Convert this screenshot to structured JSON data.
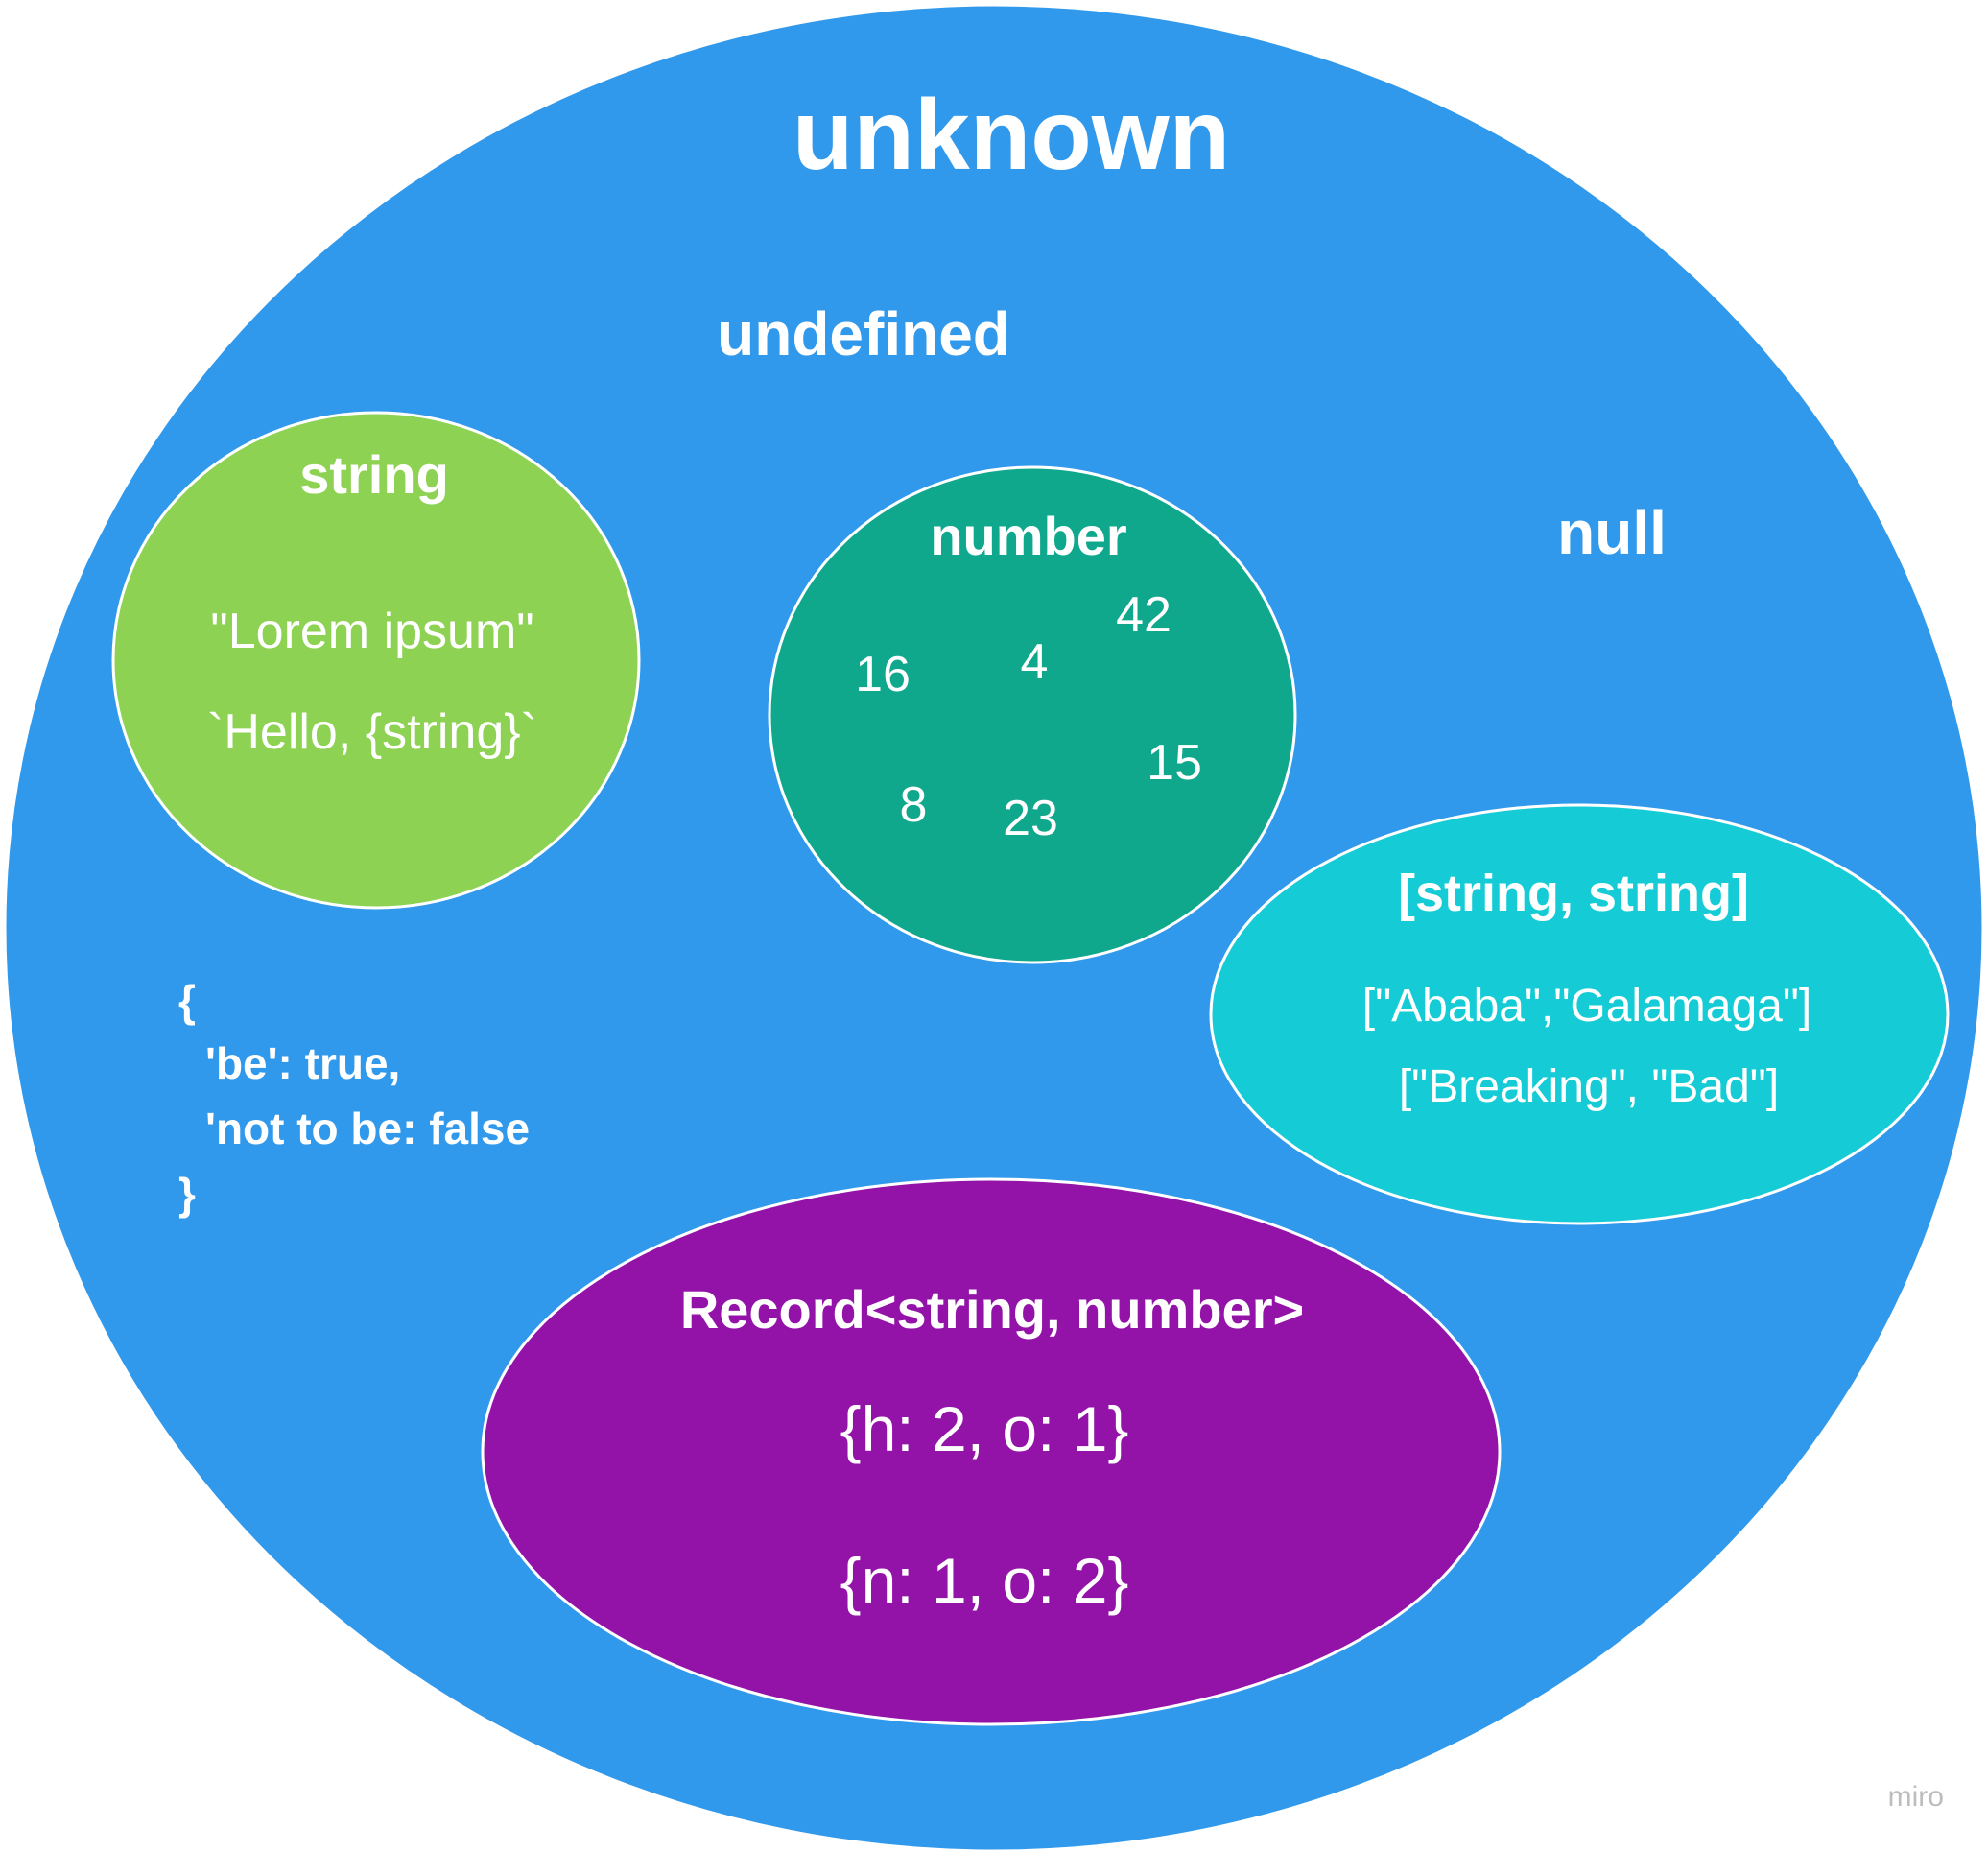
{
  "colors": {
    "unknown_fill": "#3199ec",
    "string_fill": "#8ed253",
    "number_fill": "#10a88c",
    "tuple_fill": "#15ccd6",
    "record_fill": "#9312a8",
    "outline": "#ffffff",
    "text": "#ffffff",
    "watermark": "#bdbdbd"
  },
  "unknown": {
    "title": "unknown",
    "undefined_label": "undefined",
    "null_label": "null",
    "object_literal": {
      "open": "{",
      "line1": "'be': true,",
      "line2": "'not to be: false",
      "close": "}"
    }
  },
  "string_set": {
    "title": "string",
    "examples": [
      "\"Lorem ipsum\"",
      "`Hello, {string}`"
    ]
  },
  "number_set": {
    "title": "number",
    "values": [
      "42",
      "16",
      "4",
      "15",
      "8",
      "23"
    ]
  },
  "tuple_set": {
    "title": "[string, string]",
    "examples": [
      "[\"Ababa\",\"Galamaga\"]",
      "[\"Breaking\", \"Bad\"]"
    ]
  },
  "record_set": {
    "title": "Record<string, number>",
    "examples": [
      "{h: 2, o: 1}",
      "{n: 1, o: 2}"
    ]
  },
  "watermark": "miro"
}
